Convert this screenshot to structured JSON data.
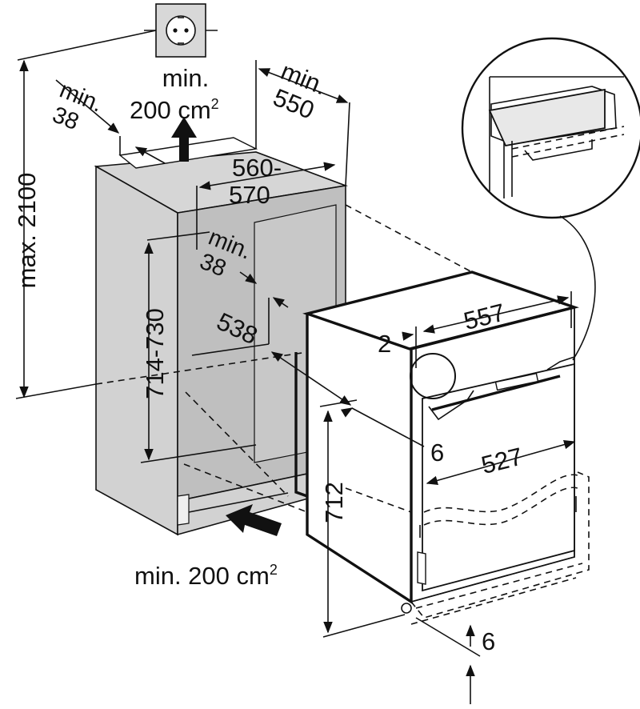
{
  "labels": {
    "vent_top_min": "min.",
    "vent_top_area": "200 cm",
    "vent_top_sup": "2",
    "vent_bottom": "min. 200 cm",
    "vent_bottom_sup": "2",
    "depth_top_min": "min.",
    "depth_top_val": "550",
    "side_top_min": "min.",
    "side_top_val": "38",
    "width_range_a": "560-",
    "width_range_b": "570",
    "inner_min": "min.",
    "inner_val": "38",
    "height_total": "max. 2100",
    "niche_height": "714-730",
    "inner_depth": "538",
    "unit_width": "557",
    "gap": "2",
    "front_width": "527",
    "offset": "6",
    "unit_height": "712",
    "foot_offset": "6"
  },
  "colors": {
    "cabinet_fill": "#d2d2d2",
    "niche_fill": "#c3c3c3",
    "line": "#111111"
  },
  "icons": {
    "socket": "power-socket-icon",
    "vent_arrow_up": "arrow-up-icon",
    "vent_arrow_in": "arrow-in-icon"
  }
}
